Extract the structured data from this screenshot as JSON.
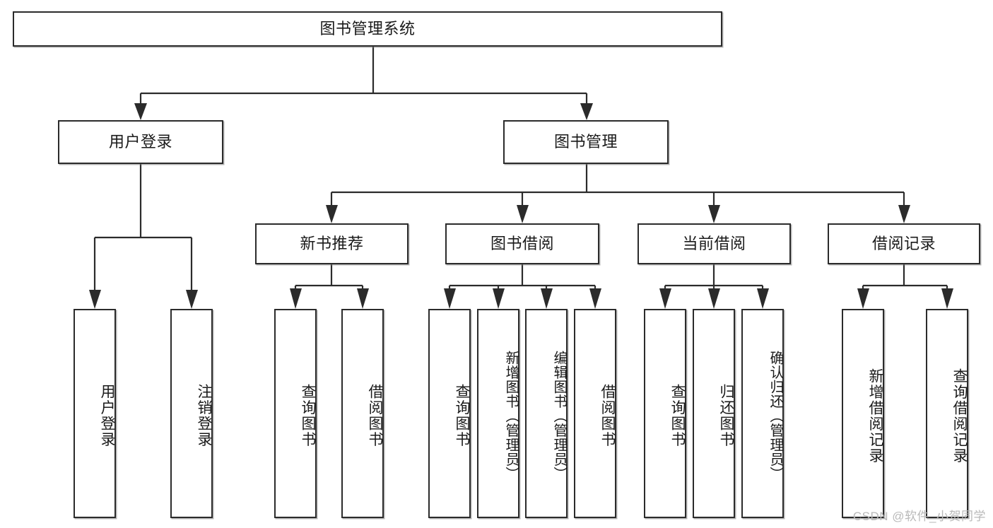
{
  "diagram": {
    "type": "hierarchy-tree",
    "title": "图书管理系统",
    "watermark": "CSDN @软件_小贺同学",
    "colors": {
      "box_border": "#2b2b2b",
      "box_fill": "#ffffff",
      "connector": "#2b2b2b",
      "watermark": "#b9b9b9"
    },
    "levels": {
      "root": {
        "label": "图书管理系统"
      },
      "level2": [
        {
          "label": "用户登录"
        },
        {
          "label": "图书管理"
        }
      ],
      "level3": [
        {
          "label": "新书推荐"
        },
        {
          "label": "图书借阅"
        },
        {
          "label": "当前借阅"
        },
        {
          "label": "借阅记录"
        }
      ],
      "leaves": [
        {
          "label": "用户登录",
          "parent": "用户登录"
        },
        {
          "label": "注销登录",
          "parent": "用户登录"
        },
        {
          "label": "查询图书",
          "parent": "新书推荐"
        },
        {
          "label": "借阅图书",
          "parent": "新书推荐"
        },
        {
          "label": "查询图书",
          "parent": "图书借阅"
        },
        {
          "label": "新增图书（管理员）",
          "parent": "图书借阅"
        },
        {
          "label": "编辑图书（管理员）",
          "parent": "图书借阅"
        },
        {
          "label": "借阅图书",
          "parent": "图书借阅"
        },
        {
          "label": "查询图书",
          "parent": "当前借阅"
        },
        {
          "label": "归还图书",
          "parent": "当前借阅"
        },
        {
          "label": "确认归还（管理员）",
          "parent": "当前借阅"
        },
        {
          "label": "新增借阅记录",
          "parent": "借阅记录"
        },
        {
          "label": "查询借阅记录",
          "parent": "借阅记录"
        }
      ]
    }
  }
}
